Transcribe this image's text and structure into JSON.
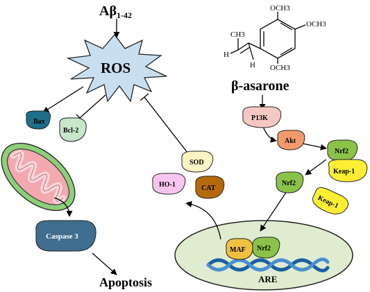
{
  "abeta": {
    "base": "Aβ",
    "sub": "1-42"
  },
  "ros": "ROS",
  "beta_asarone": "β-asarone",
  "molecule": {
    "ome_top": "OCH3",
    "ome_right": "OCH3",
    "ome_bottom": "OCH3",
    "ch3": "CH3",
    "h1": "H",
    "h2": "H"
  },
  "proteins": {
    "bax": "Bax",
    "bcl2": "Bcl-2",
    "caspase3": "Caspase 3",
    "p13k": "P13K",
    "akt": "Akt",
    "nrf2_top": "Nrf2",
    "keap1_top": "Keap-1",
    "nrf2_free": "Nrf2",
    "keap1_free": "Keap-1",
    "sod": "SOD",
    "ho1": "HO-1",
    "cat": "CAT",
    "maf": "MAF",
    "nrf2_nucleus": "Nrf2"
  },
  "are": "ARE",
  "apoptosis": "Apoptosis",
  "colors": {
    "ros_fill": "#c9dff0",
    "bax": "#1f6f8b",
    "bcl2": "#c8e6c9",
    "mito_outer": "#8ccf7a",
    "mito_inner": "#f4a8b0",
    "caspase": "#3f6e8f",
    "p13k": "#f6c8c2",
    "akt": "#f39a6b",
    "nrf2": "#8bc34a",
    "keap1": "#ffee33",
    "sod": "#fff3c2",
    "ho1": "#f7c6ee",
    "cat": "#b56a0a",
    "maf": "#f0c040",
    "nucleus": "#dfeccf",
    "dna": "#1b5fa0"
  }
}
